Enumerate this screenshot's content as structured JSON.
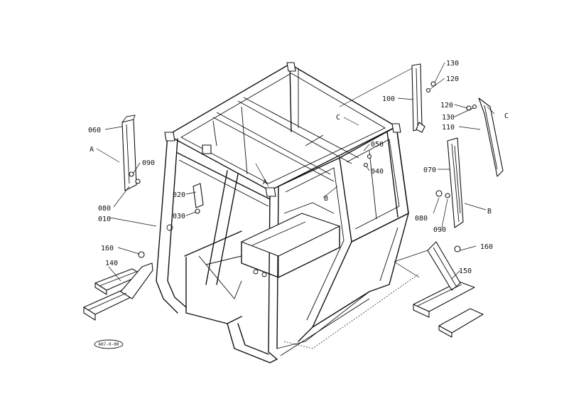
{
  "labels": {
    "p010": "010",
    "p020": "020",
    "p030": "030",
    "p040": "040",
    "p050": "050",
    "p060": "060",
    "p070": "070",
    "p080a": "080",
    "p080b": "080",
    "p090a": "090",
    "p090b": "090",
    "p100": "100",
    "p110": "110",
    "p120a": "120",
    "p120b": "120",
    "p130a": "130",
    "p130b": "130",
    "p140": "140",
    "p150": "150",
    "p160a": "160",
    "p160b": "160",
    "refA1": "A",
    "refA2": "A",
    "refB1": "B",
    "refB2": "B",
    "refC1": "C",
    "refC2": "C"
  },
  "stamp": "A07-0-00"
}
